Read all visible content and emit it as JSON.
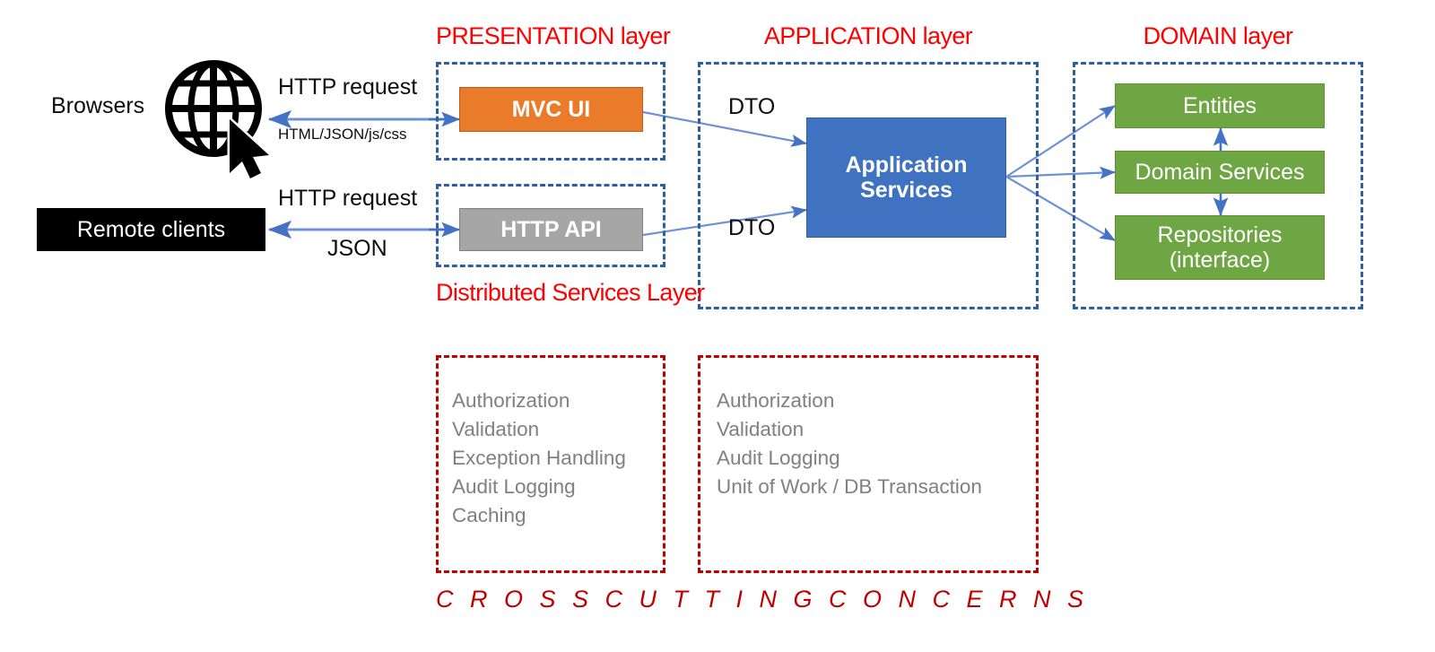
{
  "diagram": {
    "title_footer": "C R O S S   C U T T I N G   C O N C E R N S",
    "colors": {
      "layer_title_red": "#FF0000",
      "cross_cutting_red": "#C00000",
      "dashed_blue": "#2E5FA3",
      "arrow_blue": "#4472C4",
      "mvc_orange": "#E97B2B",
      "api_grey": "#A6A6A6",
      "app_blue": "#3F72C1",
      "domain_green": "#6FA644",
      "client_black": "#000000",
      "concern_grey": "#808080"
    }
  },
  "layers": {
    "presentation": {
      "title": "PRESENTATION layer",
      "subtitle": "Distributed Services Layer"
    },
    "application": {
      "title": "APPLICATION layer"
    },
    "domain": {
      "title": "DOMAIN layer"
    }
  },
  "clients": {
    "browsers": {
      "label": "Browsers",
      "icon": "globe-cursor-icon"
    },
    "remote": {
      "label": "Remote clients"
    }
  },
  "edges": {
    "browser_request": "HTTP request",
    "browser_response": "HTML/JSON/js/css",
    "remote_request": "HTTP request",
    "remote_response": "JSON",
    "dto_top": "DTO",
    "dto_bottom": "DTO"
  },
  "nodes": {
    "mvc_ui": "MVC UI",
    "http_api": "HTTP API",
    "application_services": "Application\nServices",
    "application_services_line1": "Application",
    "application_services_line2": "Services",
    "entities": "Entities",
    "domain_services": "Domain Services",
    "repositories_line1": "Repositories",
    "repositories_line2": "(interface)"
  },
  "cross_cutting": {
    "presentation_box": {
      "items": [
        "Authorization",
        "Validation",
        "Exception Handling",
        "Audit Logging",
        "Caching"
      ]
    },
    "application_box": {
      "items": [
        "Authorization",
        "Validation",
        "Audit Logging",
        "Unit of Work / DB Transaction"
      ]
    }
  }
}
